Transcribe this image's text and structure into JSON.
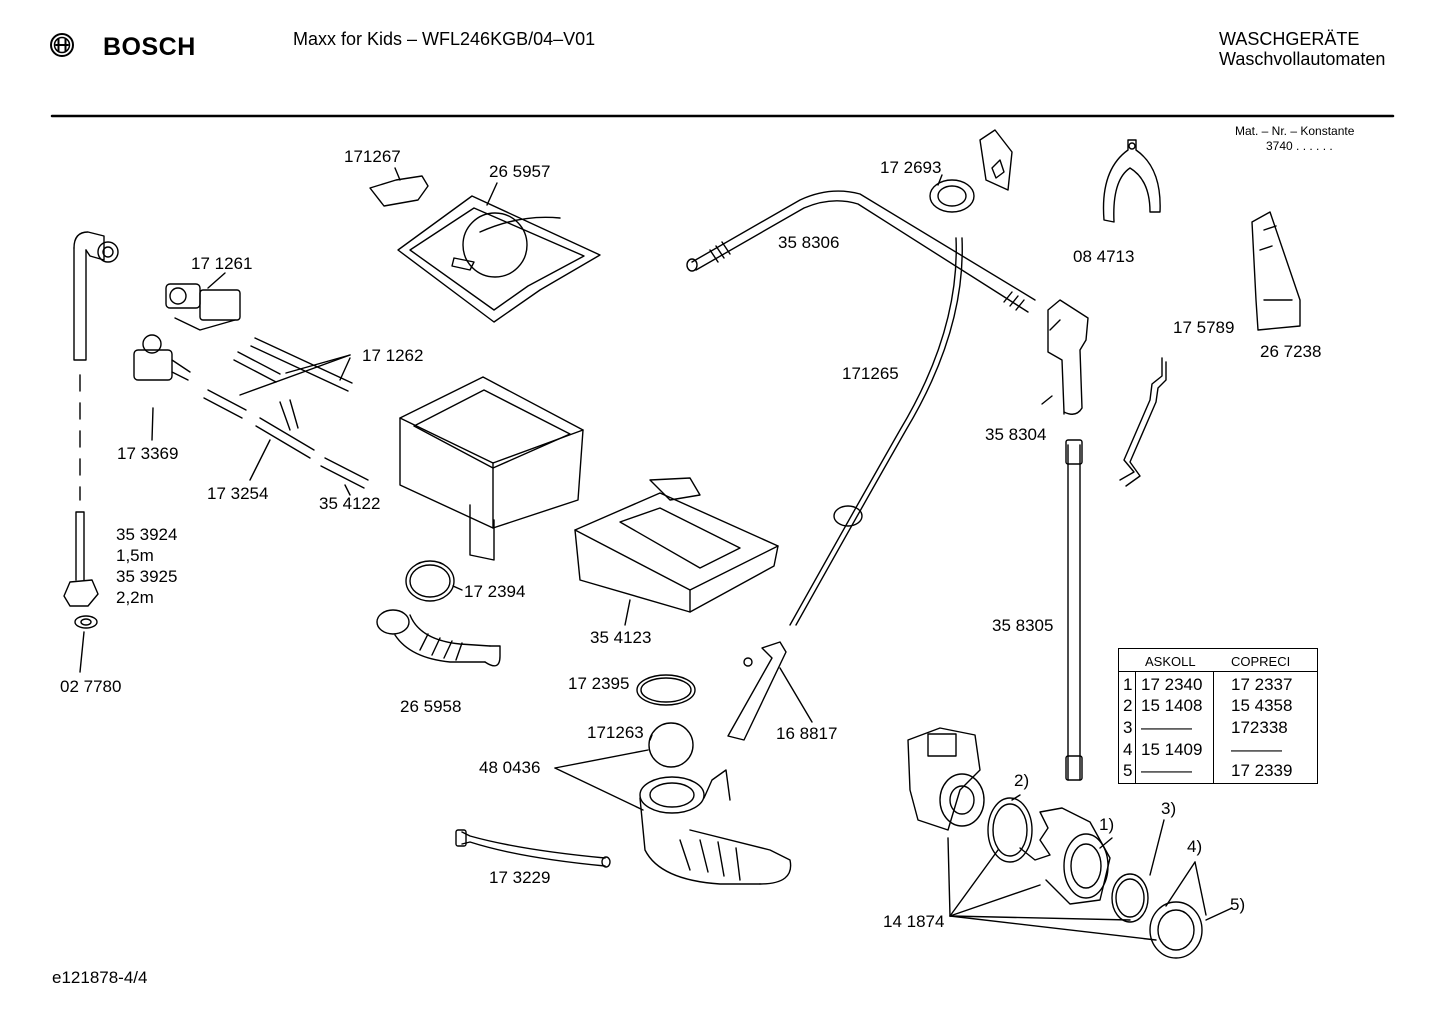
{
  "header": {
    "brand": "BOSCH",
    "model_line": "Maxx for Kids – WFL246KGB/04–V01",
    "category_1": "WASCHGERÄTE",
    "category_2": "Waschvollautomaten"
  },
  "konstante": {
    "label": "Mat. – Nr. – Konstante",
    "value": "3740 . . . . . ."
  },
  "parts": {
    "p171267": "171267",
    "p265957": "26 5957",
    "p171261": "17 1261",
    "p171262": "17 1262",
    "p173369": "17 3369",
    "p173254": "17 3254",
    "p354122": "35 4122",
    "p353924": "35 3924",
    "len1": "1,5m",
    "p353925": "35 3925",
    "len2": "2,2m",
    "p027780": "02 7780",
    "p172394": "17 2394",
    "p265958": "26 5958",
    "p354123": "35 4123",
    "p172395": "17 2395",
    "p171263": "171263",
    "p480436": "48 0436",
    "p173229": "17 3229",
    "p168817": "16 8817",
    "p171265": "171265",
    "p172693": "17 2693",
    "p358306": "35 8306",
    "p084713": "08 4713",
    "p267238": "26 7238",
    "p175789": "17 5789",
    "p358304": "35 8304",
    "p358305": "35 8305",
    "p141874": "14 1874",
    "c1": "1)",
    "c2": "2)",
    "c3": "3)",
    "c4": "4)",
    "c5": "5)"
  },
  "supplier_table": {
    "headers": [
      "ASKOLL",
      "COPRECI"
    ],
    "rows": [
      {
        "n": "1",
        "askoll": "17 2340",
        "copreci": "17 2337"
      },
      {
        "n": "2",
        "askoll": "15 1408",
        "copreci": "15 4358"
      },
      {
        "n": "3",
        "askoll": "———",
        "copreci": "172338"
      },
      {
        "n": "4",
        "askoll": "15 1409",
        "copreci": "———"
      },
      {
        "n": "5",
        "askoll": "———",
        "copreci": "17 2339"
      }
    ]
  },
  "footer": {
    "doc_id": "e121878-4/4"
  },
  "icons": {
    "logo": "bosch-armature-logo"
  }
}
